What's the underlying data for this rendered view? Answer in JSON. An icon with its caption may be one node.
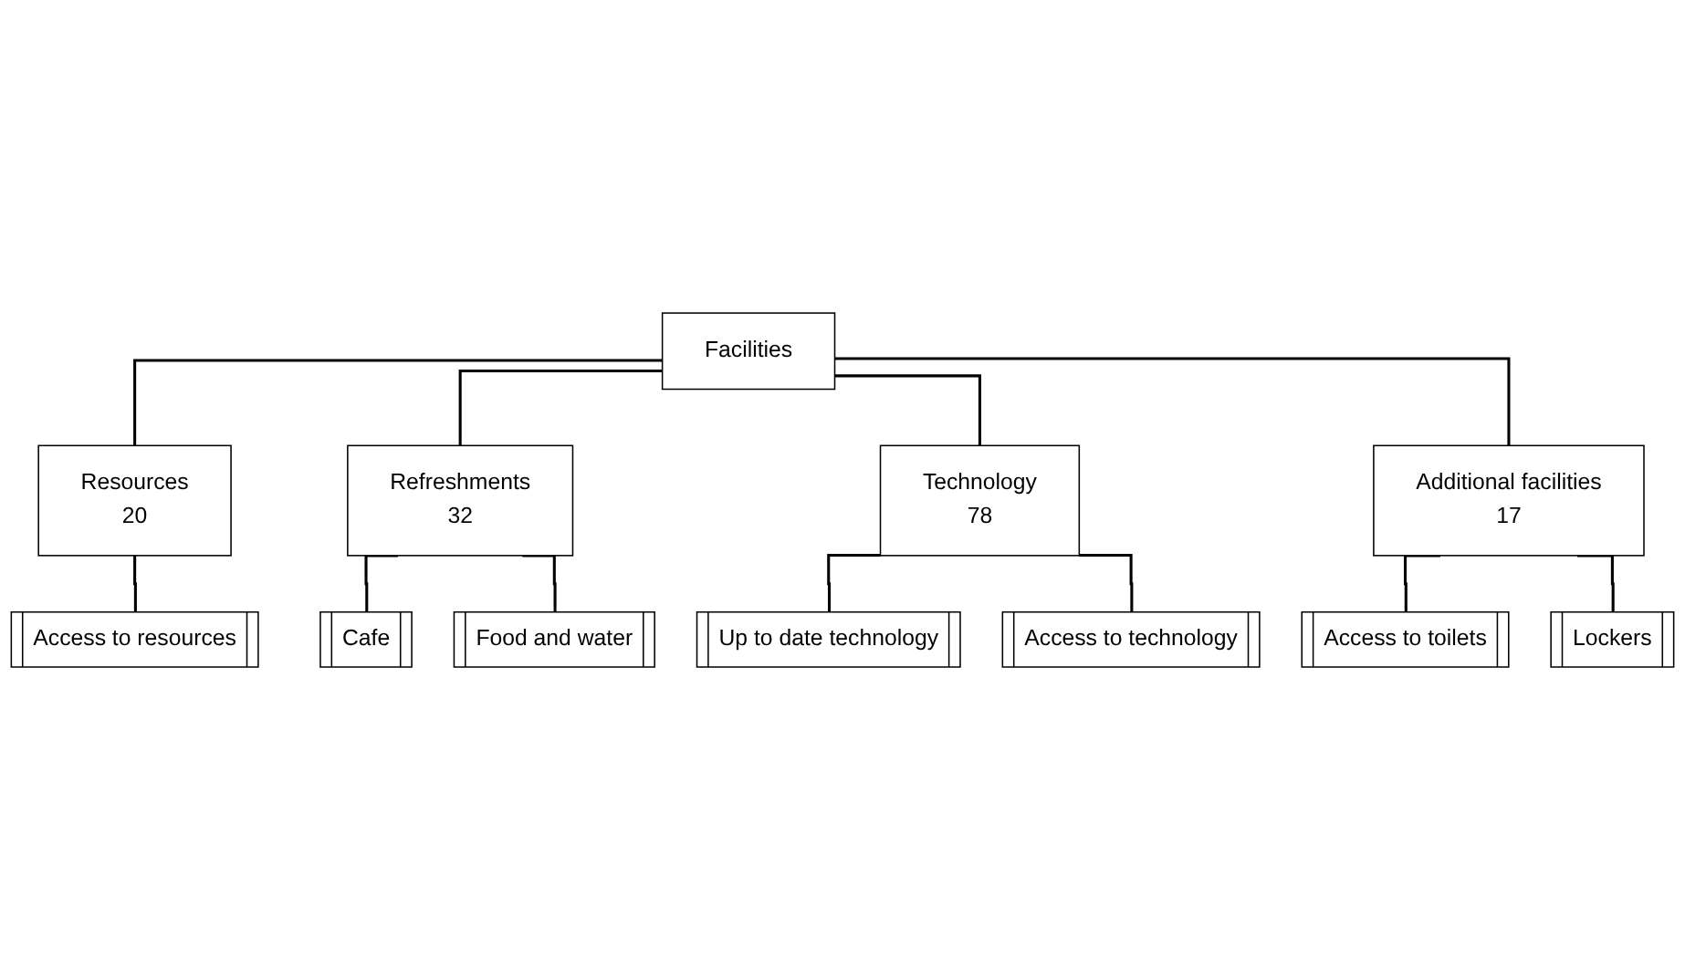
{
  "diagram": {
    "nodes": [
      {
        "text": [
          "Facilities"
        ]
      },
      {
        "text": [
          "Resources",
          "20"
        ]
      },
      {
        "text": [
          "Refreshments",
          "32"
        ]
      },
      {
        "text": [
          "Technology",
          "78"
        ]
      },
      {
        "text": [
          "Additional facilities",
          "17"
        ]
      },
      {
        "text": [
          "Access to resources"
        ]
      },
      {
        "text": [
          "Cafe"
        ]
      },
      {
        "text": [
          "Food and water"
        ]
      },
      {
        "text": [
          "Up to date technology"
        ]
      },
      {
        "text": [
          "Access to technology"
        ]
      },
      {
        "text": [
          "Access to toilets"
        ]
      },
      {
        "text": [
          "Lockers"
        ]
      }
    ],
    "edges": [
      {
        "from": 0,
        "to": 1,
        "arrow": "none"
      },
      {
        "from": 0,
        "to": 2,
        "arrow": "none"
      },
      {
        "from": 0,
        "to": 3,
        "arrow": "none"
      },
      {
        "from": 0,
        "to": 4,
        "arrow": "none"
      },
      {
        "from": 1,
        "to": 5,
        "arrow": "none"
      },
      {
        "from": 2,
        "to": 6,
        "arrow": "none"
      },
      {
        "from": 2,
        "to": 7,
        "arrow": "none"
      },
      {
        "from": 3,
        "to": 8,
        "arrow": "none"
      },
      {
        "from": 3,
        "to": 9,
        "arrow": "none"
      },
      {
        "from": 4,
        "to": 10,
        "arrow": "none"
      },
      {
        "from": 4,
        "to": 11,
        "arrow": "none"
      }
    ]
  }
}
